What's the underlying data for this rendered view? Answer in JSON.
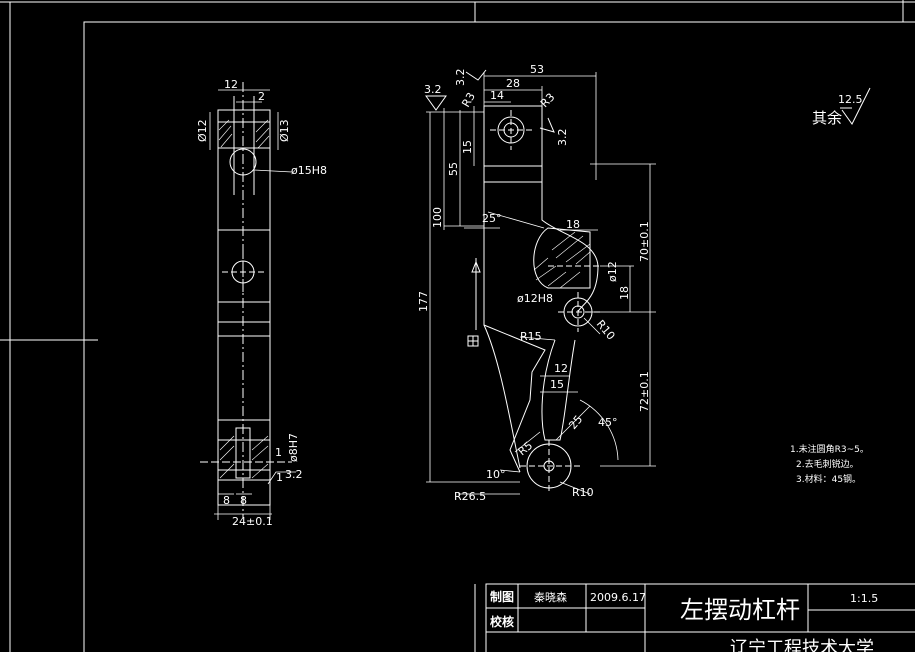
{
  "drawing": {
    "general_roughness_prefix": "其余",
    "general_roughness_value": "12.5"
  },
  "left_view": {
    "dim_width_top": "12",
    "dim_slot": "2",
    "dim_dia_left": "Ø12",
    "dim_dia_right": "Ø13",
    "dim_bore": "ø15H8",
    "dim_bottom_bore": "ø8H7",
    "dim_bottom_s1": "1",
    "dim_bottom_s2": "1",
    "roughness_bottom": "3.2",
    "dim_b1": "8",
    "dim_b2": "8",
    "dim_total_width": "24±0.1"
  },
  "front_view": {
    "dim_53": "53",
    "dim_28": "28",
    "dim_14": "14",
    "dim_r3_left": "R3",
    "dim_r3_right": "R3",
    "roughness_top_left": "3.2",
    "roughness_top": "3.2",
    "roughness_top_right": "3.2",
    "dim_15": "15",
    "dim_55": "55",
    "dim_100": "100",
    "dim_177": "177",
    "dim_angle_25": "25°",
    "dim_18_top": "18",
    "dim_hole_dia": "ø12",
    "dim_18_right": "18",
    "dim_70": "70±0.1",
    "dim_12h8": "ø12H8",
    "dim_r15": "R15",
    "dim_r10_mid": "R10",
    "dim_12": "12",
    "dim_15_lower": "15",
    "dim_72": "72±0.1",
    "dim_25_arm": "25",
    "dim_45": "45°",
    "dim_r5": "R5",
    "dim_10_angle": "10°",
    "dim_r265": "R26.5",
    "dim_r10_bottom": "R10"
  },
  "notes": [
    "1.未注圆角R3~5。",
    "2.去毛刺锐边。",
    "3.材料：45钢。"
  ],
  "title_block": {
    "drawn_label": "制图",
    "checked_label": "校核",
    "drawer_name": "秦晓森",
    "date": "2009.6.17",
    "part_name": "左摆动杠杆",
    "scale": "1:1.5",
    "school": "辽宁工程技术大学"
  }
}
